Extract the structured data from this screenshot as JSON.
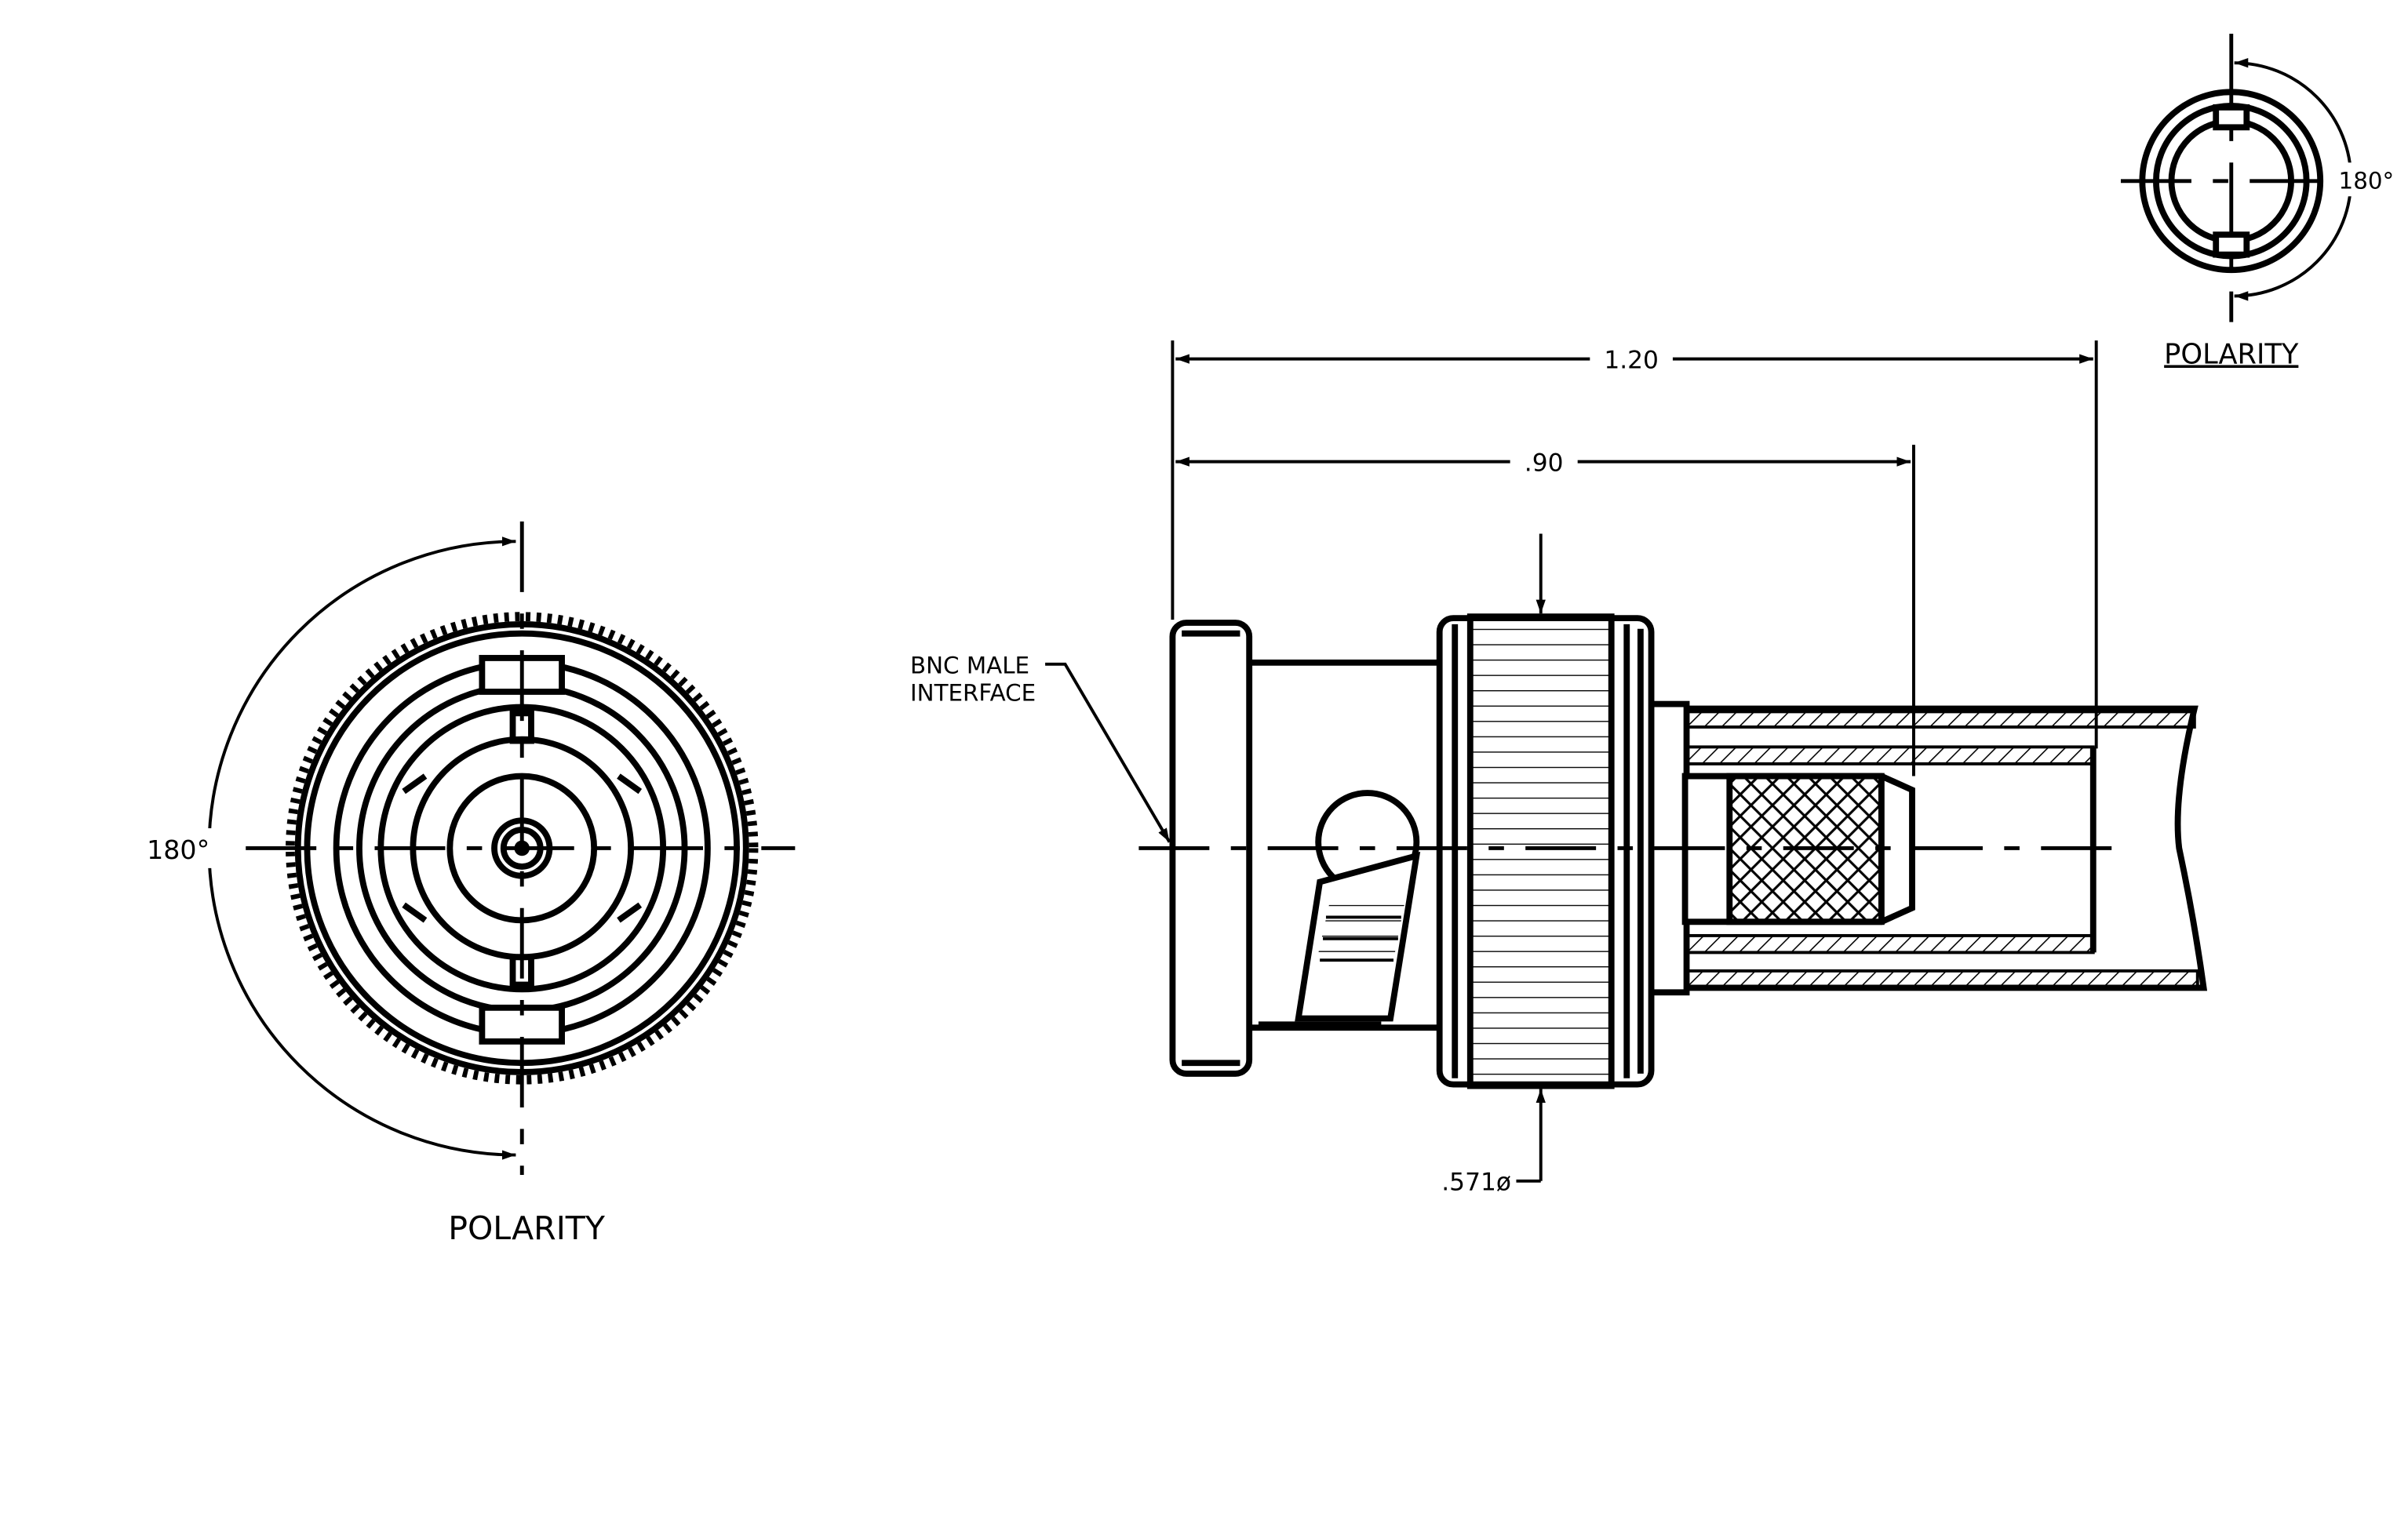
{
  "diagram": {
    "callout_interface": [
      "BNC MALE",
      "INTERFACE"
    ],
    "dim_overall": "1.20",
    "dim_partial": ".90",
    "dim_diameter": ".571ø",
    "left_view": {
      "angle": "180°",
      "title": "POLARITY"
    },
    "right_view": {
      "angle": "180°",
      "title": "POLARITY"
    }
  }
}
